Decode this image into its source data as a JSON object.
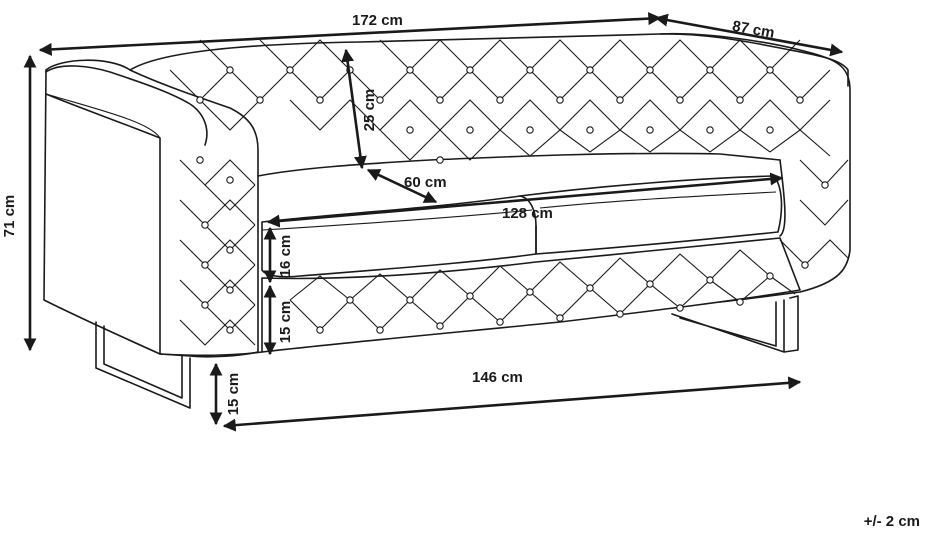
{
  "dimensions": {
    "width": "172 cm",
    "depth": "87 cm",
    "height": "71 cm",
    "back_height": "25 cm",
    "seat_depth": "60 cm",
    "seat_width": "128 cm",
    "cushion_height": "16 cm",
    "seat_base_height": "15 cm",
    "leg_height": "15 cm",
    "leg_span": "146 cm"
  },
  "tolerance": "+/- 2 cm"
}
